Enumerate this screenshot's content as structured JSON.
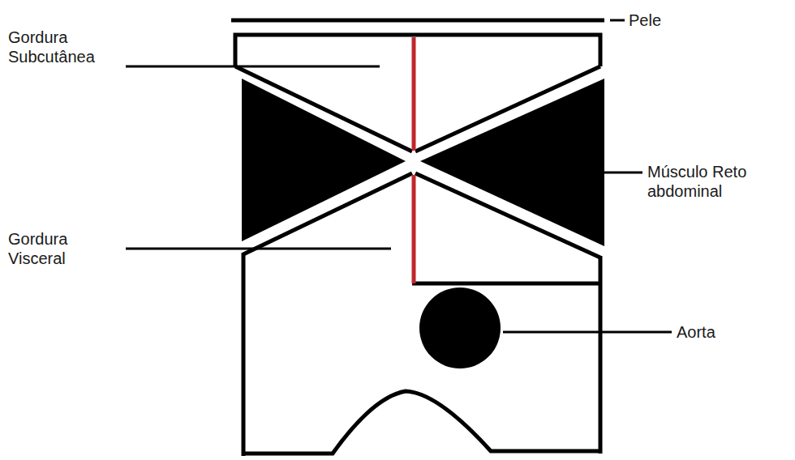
{
  "diagram": {
    "labels": [
      "Pele",
      "Gordura Subcutânea",
      "Músculo Reto abdominal",
      "Gordura Visceral",
      "Aorta"
    ]
  }
}
